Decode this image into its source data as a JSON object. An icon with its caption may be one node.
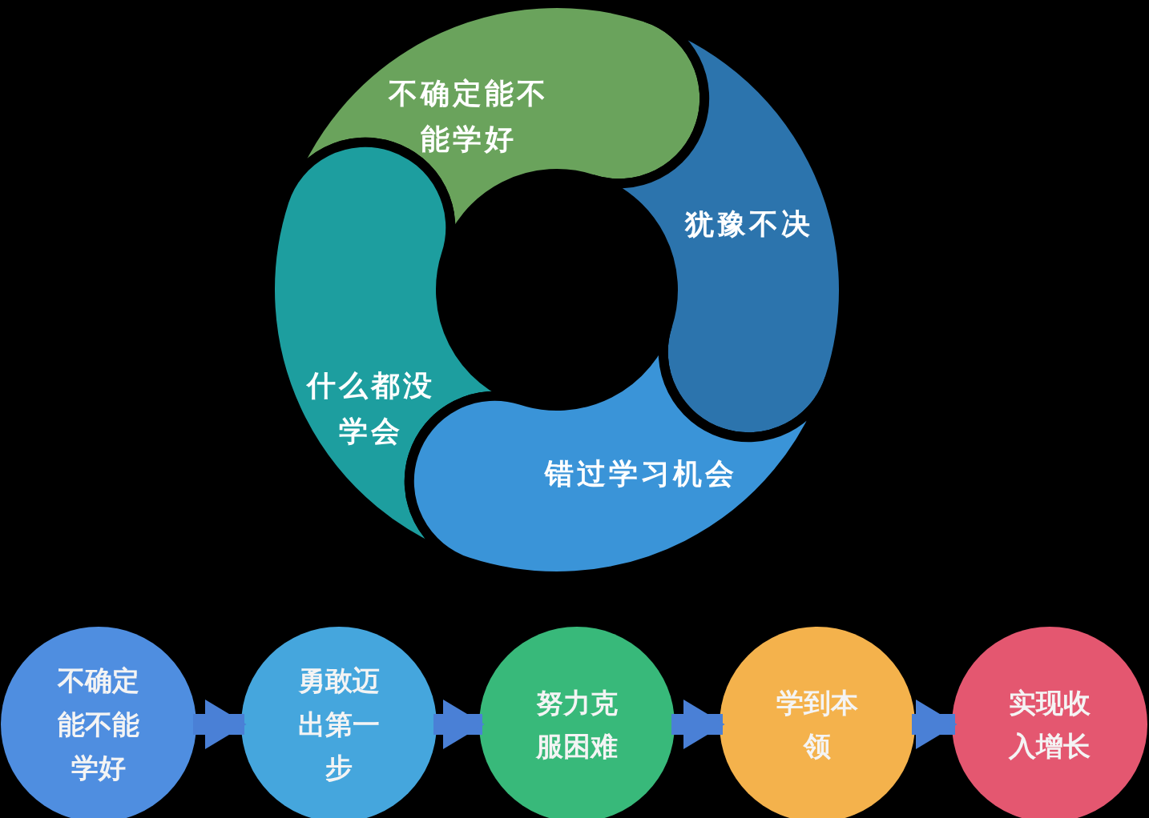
{
  "diagram": {
    "nodes": [
      {
        "text": [
          "不确定能不能学好"
        ]
      },
      {
        "text": [
          "犹豫不决"
        ]
      },
      {
        "text": [
          "什么都没学会"
        ]
      },
      {
        "text": [
          "错过学习机会"
        ]
      },
      {
        "text": [
          "不确定能不能学好"
        ]
      },
      {
        "text": [
          "勇敢迈出第一步"
        ]
      },
      {
        "text": [
          "努力克服困难"
        ]
      },
      {
        "text": [
          "学到本领"
        ]
      },
      {
        "text": [
          "实现收入增长"
        ]
      }
    ],
    "edges": [
      {
        "from": 4,
        "to": 5,
        "arrow": "to"
      },
      {
        "from": 5,
        "to": 6,
        "arrow": "to"
      },
      {
        "from": 6,
        "to": 7,
        "arrow": "to"
      },
      {
        "from": 7,
        "to": 8,
        "arrow": "to"
      }
    ]
  }
}
